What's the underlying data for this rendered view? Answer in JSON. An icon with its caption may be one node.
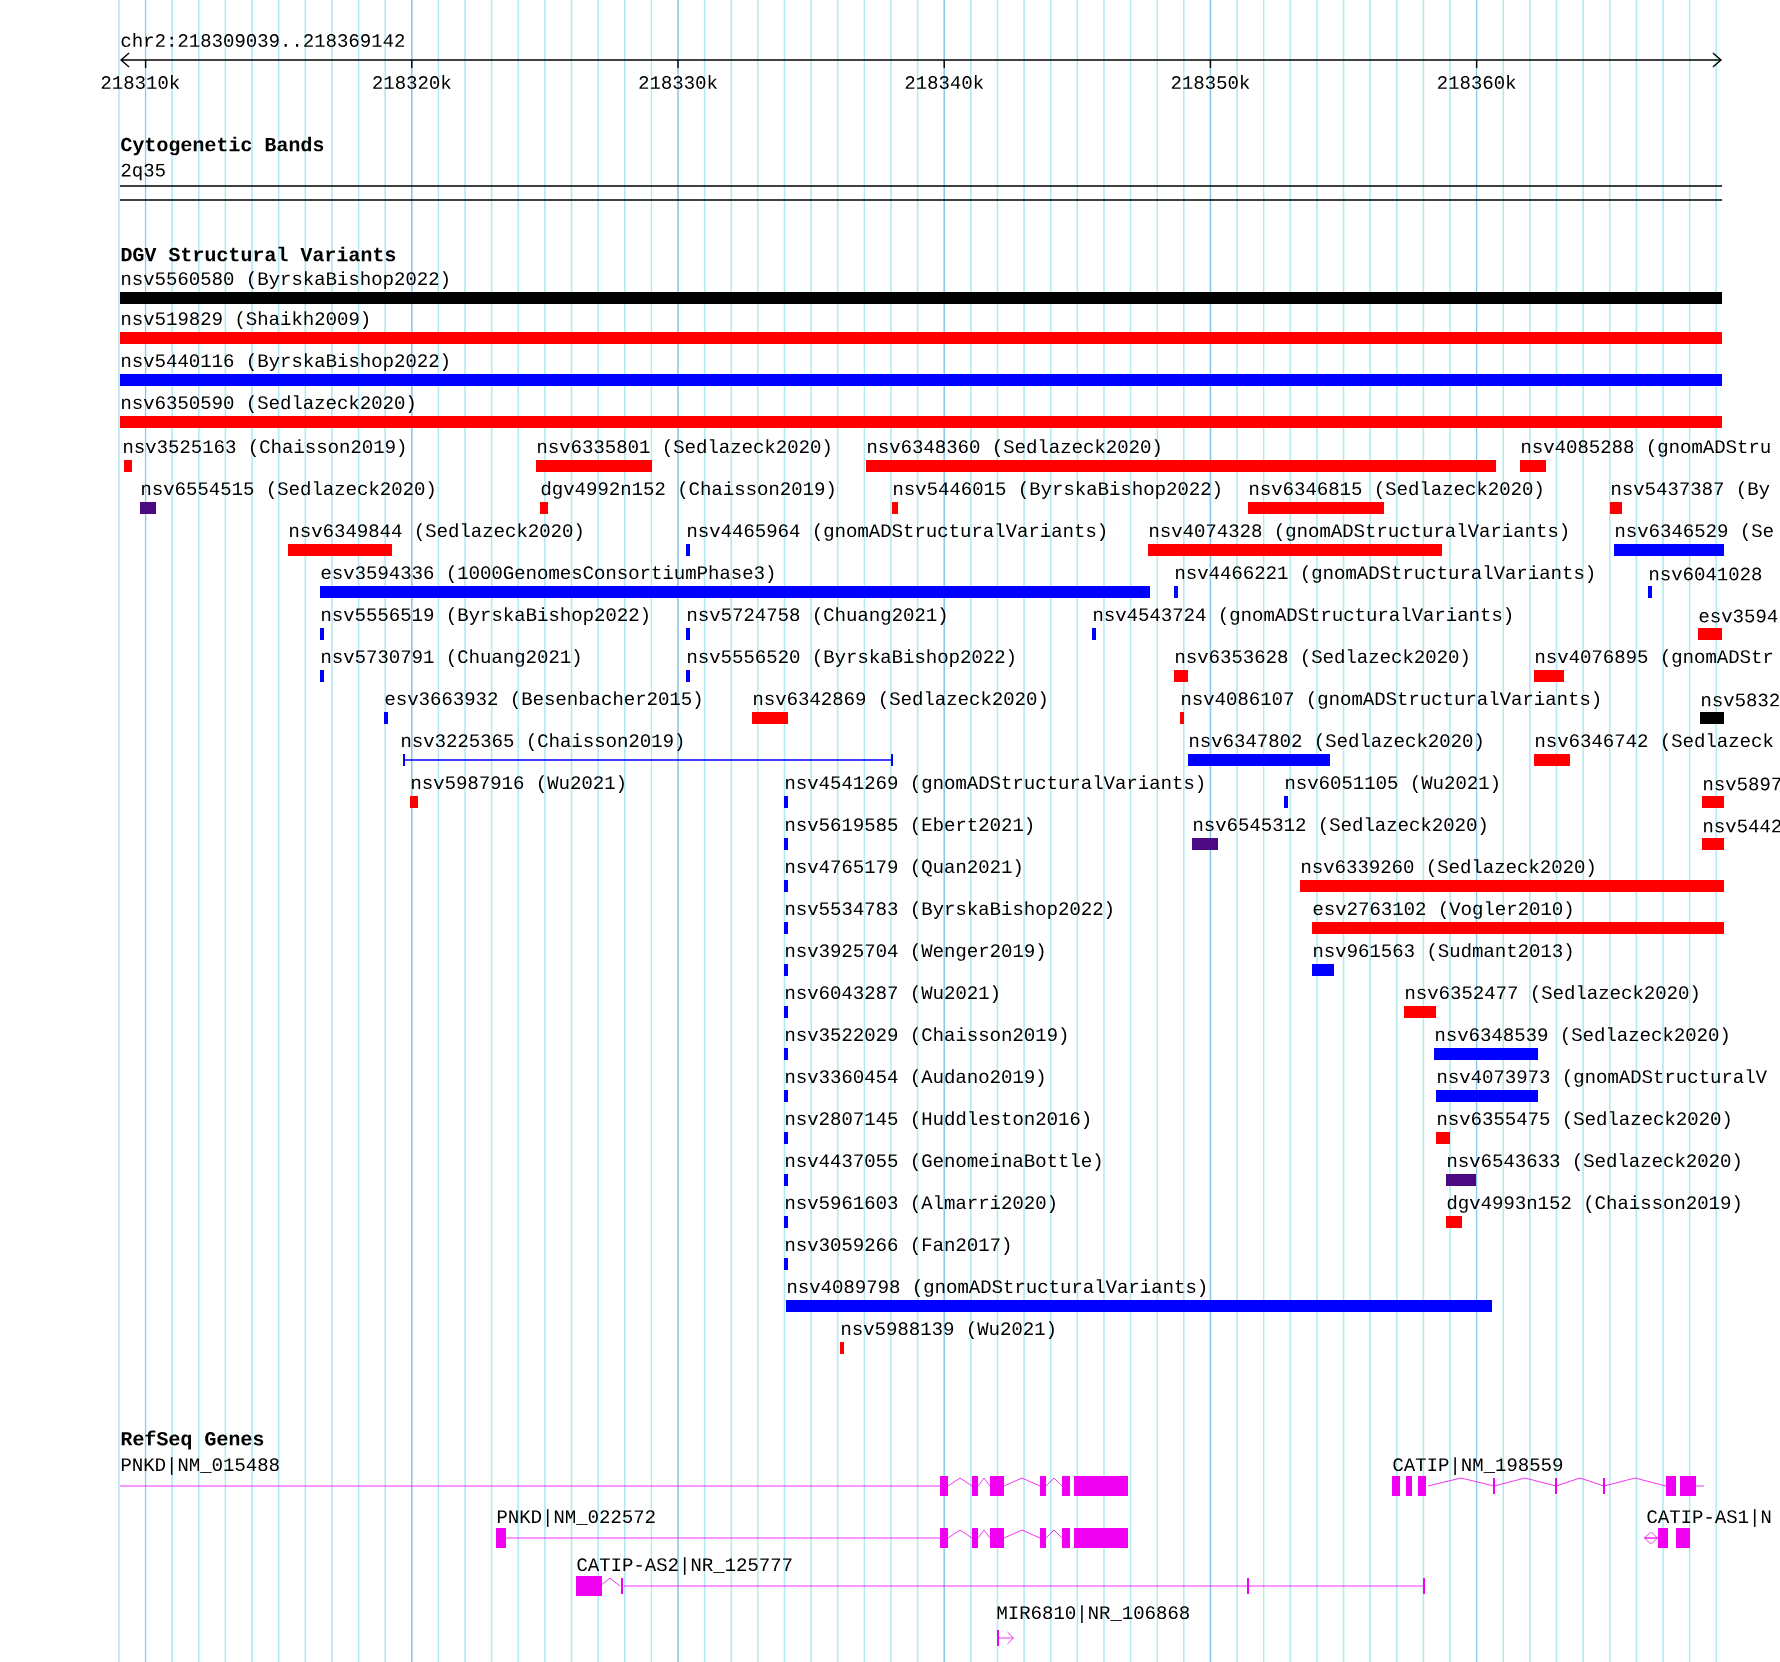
{
  "diagram": {
    "labels": [
      "chr2:218309039..218369142",
      "218310k",
      "218320k",
      "218330k",
      "218340k",
      "218350k",
      "218360k",
      "Cytogenetic Bands",
      "2q35",
      "DGV Structural Variants",
      "nsv5560580 (ByrskaBishop2022)",
      "nsv519829 (Shaikh2009)",
      "nsv5440116 (ByrskaBishop2022)",
      "nsv6350590 (Sedlazeck2020)",
      "nsv3525163 (Chaisson2019)",
      "nsv6335801 (Sedlazeck2020)",
      "nsv6348360 (Sedlazeck2020)",
      "nsv4085288 (gnomADStru",
      "nsv6554515 (Sedlazeck2020)",
      "dgv4992n152 (Chaisson2019)",
      "nsv5446015 (ByrskaBishop2022)",
      "nsv6346815 (Sedlazeck2020)",
      "nsv5437387 (By",
      "nsv6349844 (Sedlazeck2020)",
      "nsv4465964 (gnomADStructuralVariants)",
      "nsv4074328 (gnomADStructuralVariants)",
      "nsv6346529 (Se",
      "esv3594336 (1000GenomesConsortiumPhase3)",
      "nsv4466221 (gnomADStructuralVariants)",
      "nsv6041028",
      "nsv5556519 (ByrskaBishop2022)",
      "nsv5724758 (Chuang2021)",
      "nsv4543724 (gnomADStructuralVariants)",
      "esv3594",
      "nsv5730791 (Chuang2021)",
      "nsv5556520 (ByrskaBishop2022)",
      "nsv6353628 (Sedlazeck2020)",
      "nsv4076895 (gnomADStr",
      "esv3663932 (Besenbacher2015)",
      "nsv6342869 (Sedlazeck2020)",
      "nsv4086107 (gnomADStructuralVariants)",
      "nsv5832",
      "nsv3225365 (Chaisson2019)",
      "nsv6347802 (Sedlazeck2020)",
      "nsv6346742 (Sedlazeck",
      "nsv5987916 (Wu2021)",
      "nsv4541269 (gnomADStructuralVariants)",
      "nsv6051105 (Wu2021)",
      "nsv5897",
      "nsv5619585 (Ebert2021)",
      "nsv6545312 (Sedlazeck2020)",
      "nsv5442",
      "nsv4765179 (Quan2021)",
      "nsv6339260 (Sedlazeck2020)",
      "nsv5534783 (ByrskaBishop2022)",
      "esv2763102 (Vogler2010)",
      "nsv3925704 (Wenger2019)",
      "nsv961563 (Sudmant2013)",
      "nsv6043287 (Wu2021)",
      "nsv6352477 (Sedlazeck2020)",
      "nsv3522029 (Chaisson2019)",
      "nsv6348539 (Sedlazeck2020)",
      "nsv3360454 (Audano2019)",
      "nsv4073973 (gnomADStructuralV",
      "nsv2807145 (Huddleston2016)",
      "nsv6355475 (Sedlazeck2020)",
      "nsv4437055 (GenomeinaBottle)",
      "nsv6543633 (Sedlazeck2020)",
      "nsv5961603 (Almarri2020)",
      "dgv4993n152 (Chaisson2019)",
      "nsv3059266 (Fan2017)",
      "nsv4089798 (gnomADStructuralVariants)",
      "nsv5988139 (Wu2021)",
      "RefSeq Genes",
      "PNKD|NM_015488",
      "CATIP|NM_198559",
      "PNKD|NM_022572",
      "CATIP-AS1|N",
      "CATIP-AS2|NR_125777",
      "MIR6810|NR_106868"
    ]
  }
}
